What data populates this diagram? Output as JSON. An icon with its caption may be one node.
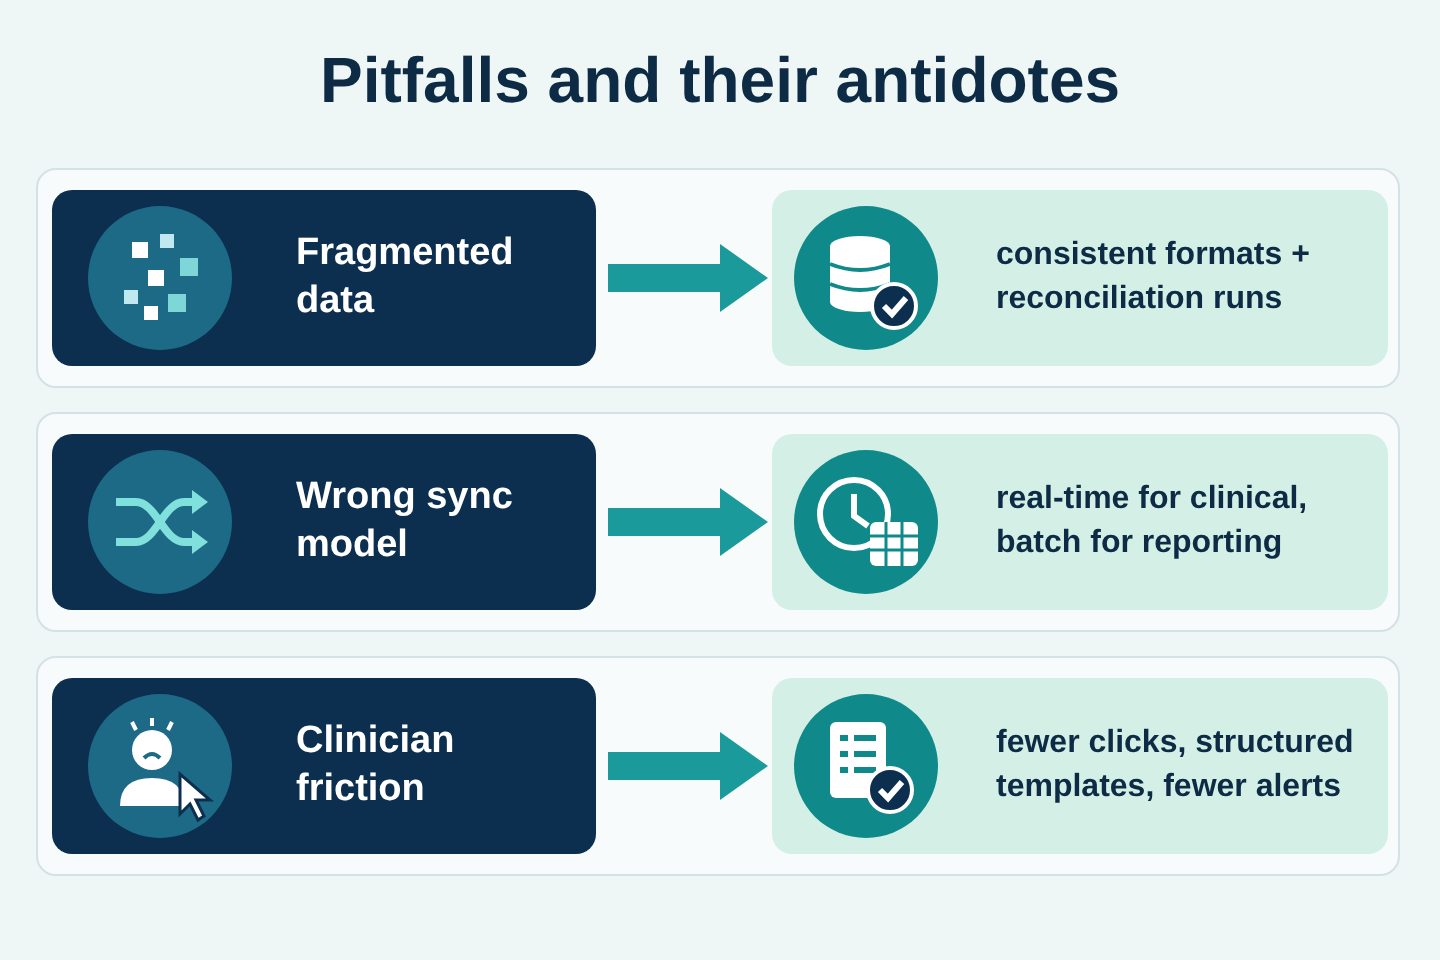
{
  "diagram": {
    "title": "Pitfalls and their antidotes",
    "nodes": [
      {
        "text": [
          "Fragmented data"
        ]
      },
      {
        "text": [
          "consistent formats + reconciliation runs"
        ]
      },
      {
        "text": [
          "Wrong sync model"
        ]
      },
      {
        "text": [
          "real-time for clinical, batch for reporting"
        ]
      },
      {
        "text": [
          "Clinician friction"
        ]
      },
      {
        "text": [
          "fewer clicks, structured templates, fewer alerts"
        ]
      }
    ],
    "edges": [
      {
        "from": 0,
        "to": 1,
        "arrow": "to"
      },
      {
        "from": 2,
        "to": 3,
        "arrow": "to"
      },
      {
        "from": 4,
        "to": 5,
        "arrow": "to"
      }
    ]
  }
}
